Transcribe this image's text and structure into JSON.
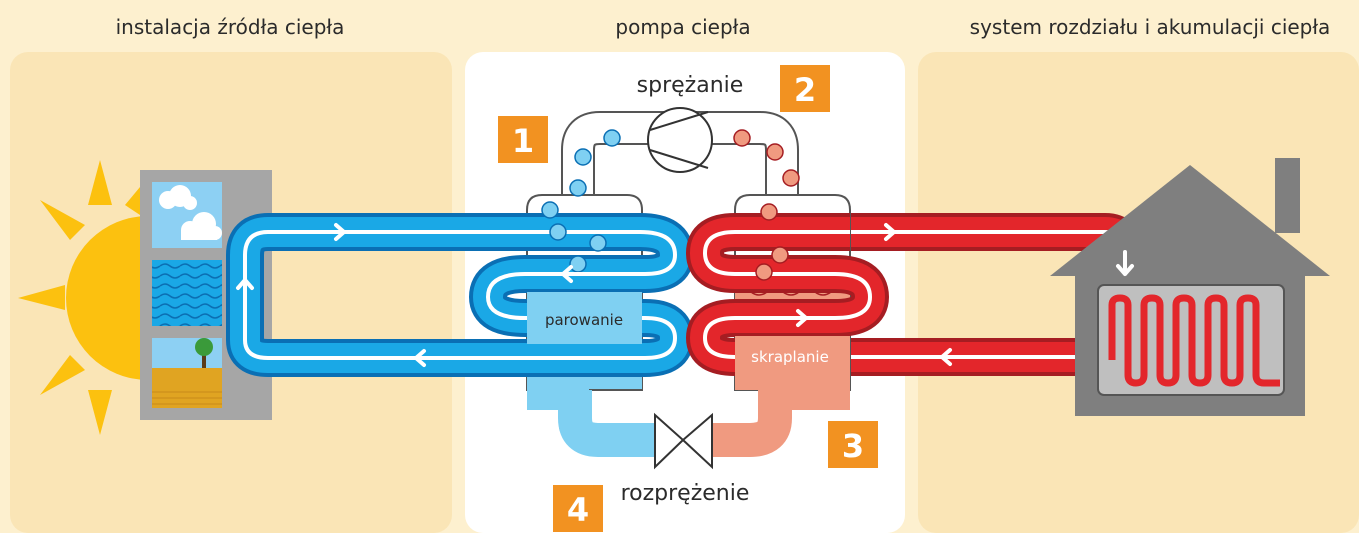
{
  "headers": {
    "left": "instalacja źródła ciepła",
    "center": "pompa ciepła",
    "right": "system rozdziału i akumulacji ciepła"
  },
  "labels": {
    "compression": "sprężanie",
    "expansion": "rozprężenie",
    "evaporation": "parowanie",
    "condensation": "skraplanie"
  },
  "steps": {
    "step1": "1",
    "step2": "2",
    "step3": "3",
    "step4": "4"
  },
  "colors": {
    "background": "#fdf0cf",
    "panel_side": "#fae5b6",
    "panel_center": "#ffffff",
    "cold_pipe": "#1aa8e6",
    "cold_liquid": "#7fd0f2",
    "hot_pipe": "#e3262b",
    "hot_liquid": "#f09a80",
    "step_box": "#f29221",
    "house": "#7f7f7f",
    "sun": "#fcc10f"
  },
  "icons": [
    "sun-icon",
    "compressor-icon",
    "expansion-valve-icon",
    "house-icon",
    "radiator-icon",
    "tree-icon",
    "cloud-icon",
    "water-waves-icon"
  ]
}
